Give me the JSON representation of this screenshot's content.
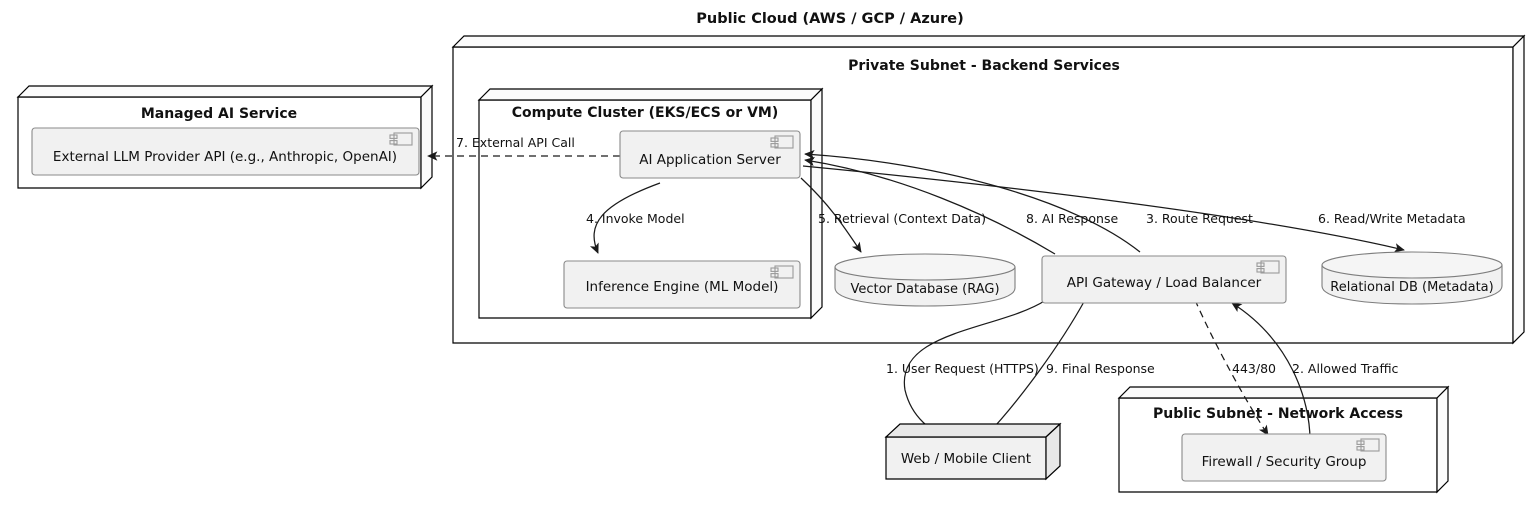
{
  "diagram": {
    "title": "Public Cloud (AWS / GCP / Azure)",
    "type": "uml-deployment-diagram"
  },
  "nodes": {
    "managed_ai_service": {
      "title": "Managed AI Service"
    },
    "private_subnet": {
      "title": "Private Subnet - Backend Services"
    },
    "compute_cluster": {
      "title": "Compute Cluster (EKS/ECS or VM)"
    },
    "public_subnet": {
      "title": "Public Subnet - Network Access"
    }
  },
  "components": {
    "external_llm": {
      "label": "External LLM Provider API (e.g., Anthropic, OpenAI)"
    },
    "app_server": {
      "label": "AI Application Server"
    },
    "inference_engine": {
      "label": "Inference Engine (ML Model)"
    },
    "api_gateway": {
      "label": "API Gateway / Load Balancer"
    },
    "firewall": {
      "label": "Firewall / Security Group"
    },
    "web_client": {
      "label": "Web / Mobile Client"
    }
  },
  "databases": {
    "vector_db": {
      "label": "Vector Database (RAG)"
    },
    "relational_db": {
      "label": "Relational DB (Metadata)"
    }
  },
  "edges": [
    {
      "id": "e1",
      "label": "1. User Request (HTTPS)"
    },
    {
      "id": "e2",
      "label": "2. Allowed Traffic"
    },
    {
      "id": "e3",
      "label": "3. Route Request"
    },
    {
      "id": "e4",
      "label": "4. Invoke Model"
    },
    {
      "id": "e5",
      "label": "5. Retrieval (Context Data)"
    },
    {
      "id": "e6",
      "label": "6. Read/Write Metadata"
    },
    {
      "id": "e7",
      "label": "7. External API Call"
    },
    {
      "id": "e8",
      "label": "8. AI Response"
    },
    {
      "id": "e9",
      "label": "9. Final Response"
    },
    {
      "id": "e10",
      "label": "443/80"
    }
  ],
  "colors": {
    "background": "#ffffff",
    "node_fill": "#ffffff",
    "component_fill": "#f1f1f1",
    "component_stroke": "#8a8a8a",
    "line": "#1a1a1a",
    "text": "#111111"
  }
}
